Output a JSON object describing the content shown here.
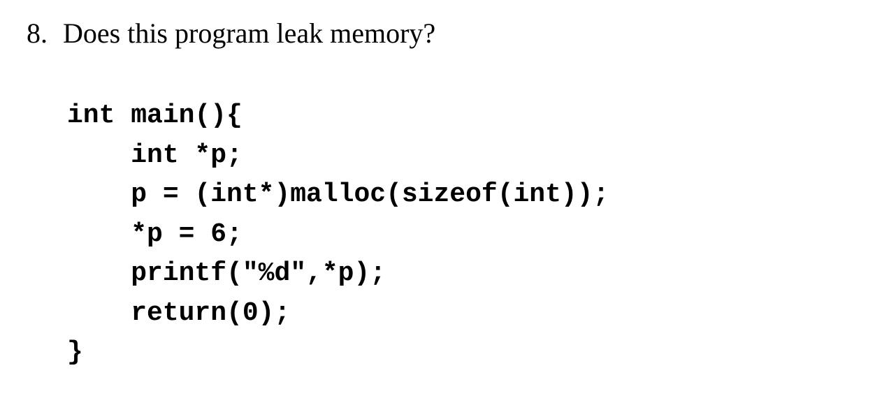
{
  "question": {
    "number": "8.",
    "text": "Does this program leak memory?"
  },
  "code_lines": [
    "int main(){",
    "    int *p;",
    "    p = (int*)malloc(sizeof(int));",
    "    *p = 6;",
    "    printf(\"%d\",*p);",
    "    return(0);",
    "}"
  ]
}
